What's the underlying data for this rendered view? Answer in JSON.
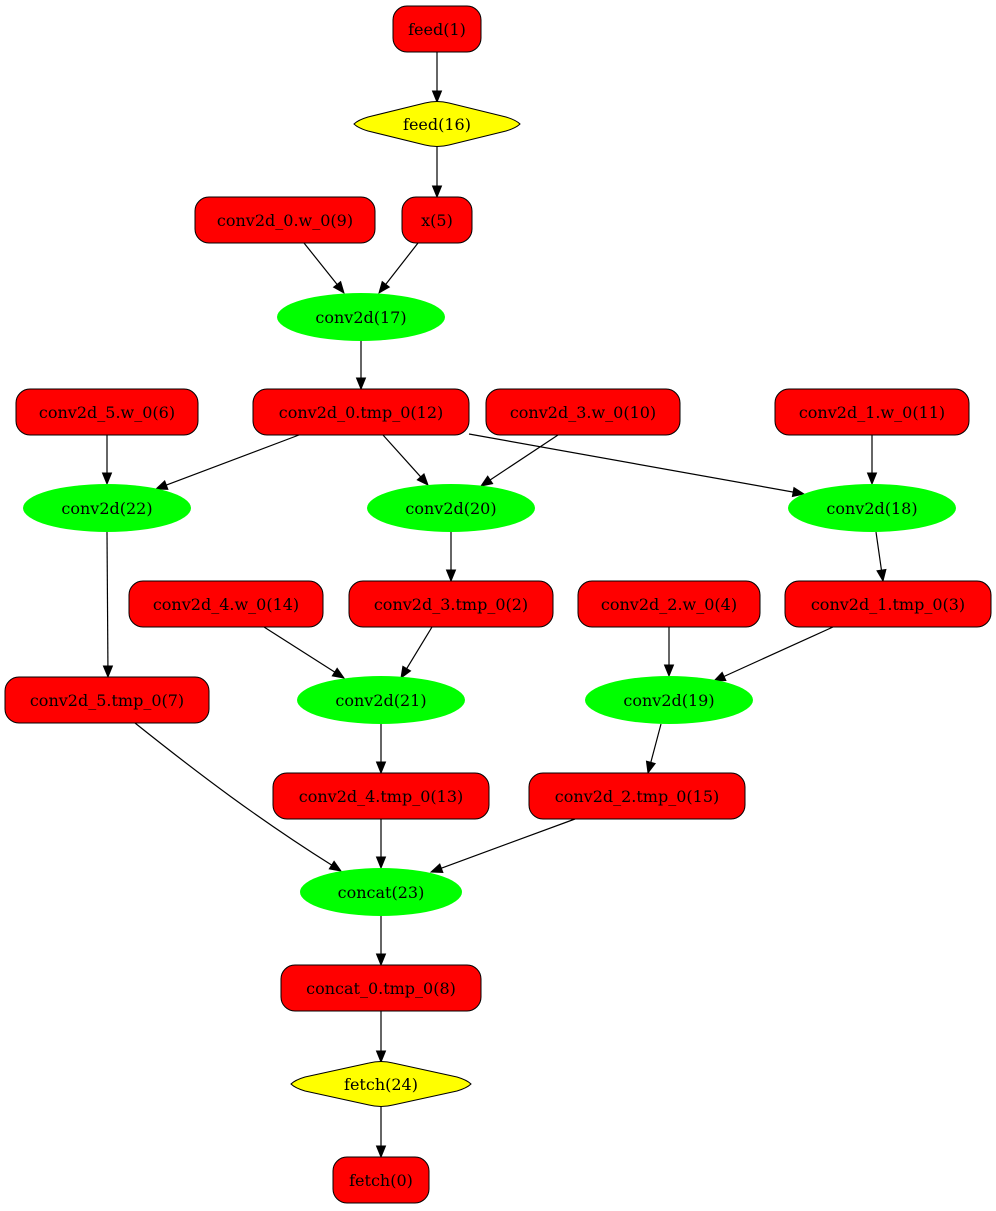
{
  "graph": {
    "colors": {
      "variable": "#ff0000",
      "operator": "#00ff00",
      "io": "#ffff00",
      "edge": "#000000"
    },
    "nodes": [
      {
        "id": "feed1",
        "label": "feed(1)",
        "kind": "variable"
      },
      {
        "id": "feed16",
        "label": "feed(16)",
        "kind": "io"
      },
      {
        "id": "w9",
        "label": "conv2d_0.w_0(9)",
        "kind": "variable"
      },
      {
        "id": "x5",
        "label": "x(5)",
        "kind": "variable"
      },
      {
        "id": "conv17",
        "label": "conv2d(17)",
        "kind": "operator"
      },
      {
        "id": "w6",
        "label": "conv2d_5.w_0(6)",
        "kind": "variable"
      },
      {
        "id": "t12",
        "label": "conv2d_0.tmp_0(12)",
        "kind": "variable"
      },
      {
        "id": "w10",
        "label": "conv2d_3.w_0(10)",
        "kind": "variable"
      },
      {
        "id": "w11",
        "label": "conv2d_1.w_0(11)",
        "kind": "variable"
      },
      {
        "id": "conv22",
        "label": "conv2d(22)",
        "kind": "operator"
      },
      {
        "id": "conv20",
        "label": "conv2d(20)",
        "kind": "operator"
      },
      {
        "id": "conv18",
        "label": "conv2d(18)",
        "kind": "operator"
      },
      {
        "id": "w14",
        "label": "conv2d_4.w_0(14)",
        "kind": "variable"
      },
      {
        "id": "t2",
        "label": "conv2d_3.tmp_0(2)",
        "kind": "variable"
      },
      {
        "id": "w4",
        "label": "conv2d_2.w_0(4)",
        "kind": "variable"
      },
      {
        "id": "t3",
        "label": "conv2d_1.tmp_0(3)",
        "kind": "variable"
      },
      {
        "id": "t7",
        "label": "conv2d_5.tmp_0(7)",
        "kind": "variable"
      },
      {
        "id": "conv21",
        "label": "conv2d(21)",
        "kind": "operator"
      },
      {
        "id": "conv19",
        "label": "conv2d(19)",
        "kind": "operator"
      },
      {
        "id": "t13",
        "label": "conv2d_4.tmp_0(13)",
        "kind": "variable"
      },
      {
        "id": "t15",
        "label": "conv2d_2.tmp_0(15)",
        "kind": "variable"
      },
      {
        "id": "concat23",
        "label": "concat(23)",
        "kind": "operator"
      },
      {
        "id": "t8",
        "label": "concat_0.tmp_0(8)",
        "kind": "variable"
      },
      {
        "id": "fetch24",
        "label": "fetch(24)",
        "kind": "io"
      },
      {
        "id": "fetch0",
        "label": "fetch(0)",
        "kind": "variable"
      }
    ],
    "edges": [
      {
        "from": "feed1",
        "to": "feed16"
      },
      {
        "from": "feed16",
        "to": "x5"
      },
      {
        "from": "w9",
        "to": "conv17"
      },
      {
        "from": "x5",
        "to": "conv17"
      },
      {
        "from": "conv17",
        "to": "t12"
      },
      {
        "from": "w6",
        "to": "conv22"
      },
      {
        "from": "t12",
        "to": "conv22"
      },
      {
        "from": "t12",
        "to": "conv20"
      },
      {
        "from": "w10",
        "to": "conv20"
      },
      {
        "from": "t12",
        "to": "conv18"
      },
      {
        "from": "w11",
        "to": "conv18"
      },
      {
        "from": "conv22",
        "to": "t7"
      },
      {
        "from": "conv20",
        "to": "t2"
      },
      {
        "from": "conv18",
        "to": "t3"
      },
      {
        "from": "w14",
        "to": "conv21"
      },
      {
        "from": "t2",
        "to": "conv21"
      },
      {
        "from": "w4",
        "to": "conv19"
      },
      {
        "from": "t3",
        "to": "conv19"
      },
      {
        "from": "conv21",
        "to": "t13"
      },
      {
        "from": "conv19",
        "to": "t15"
      },
      {
        "from": "t7",
        "to": "concat23"
      },
      {
        "from": "t13",
        "to": "concat23"
      },
      {
        "from": "t15",
        "to": "concat23"
      },
      {
        "from": "concat23",
        "to": "t8"
      },
      {
        "from": "t8",
        "to": "fetch24"
      },
      {
        "from": "fetch24",
        "to": "fetch0"
      }
    ]
  }
}
